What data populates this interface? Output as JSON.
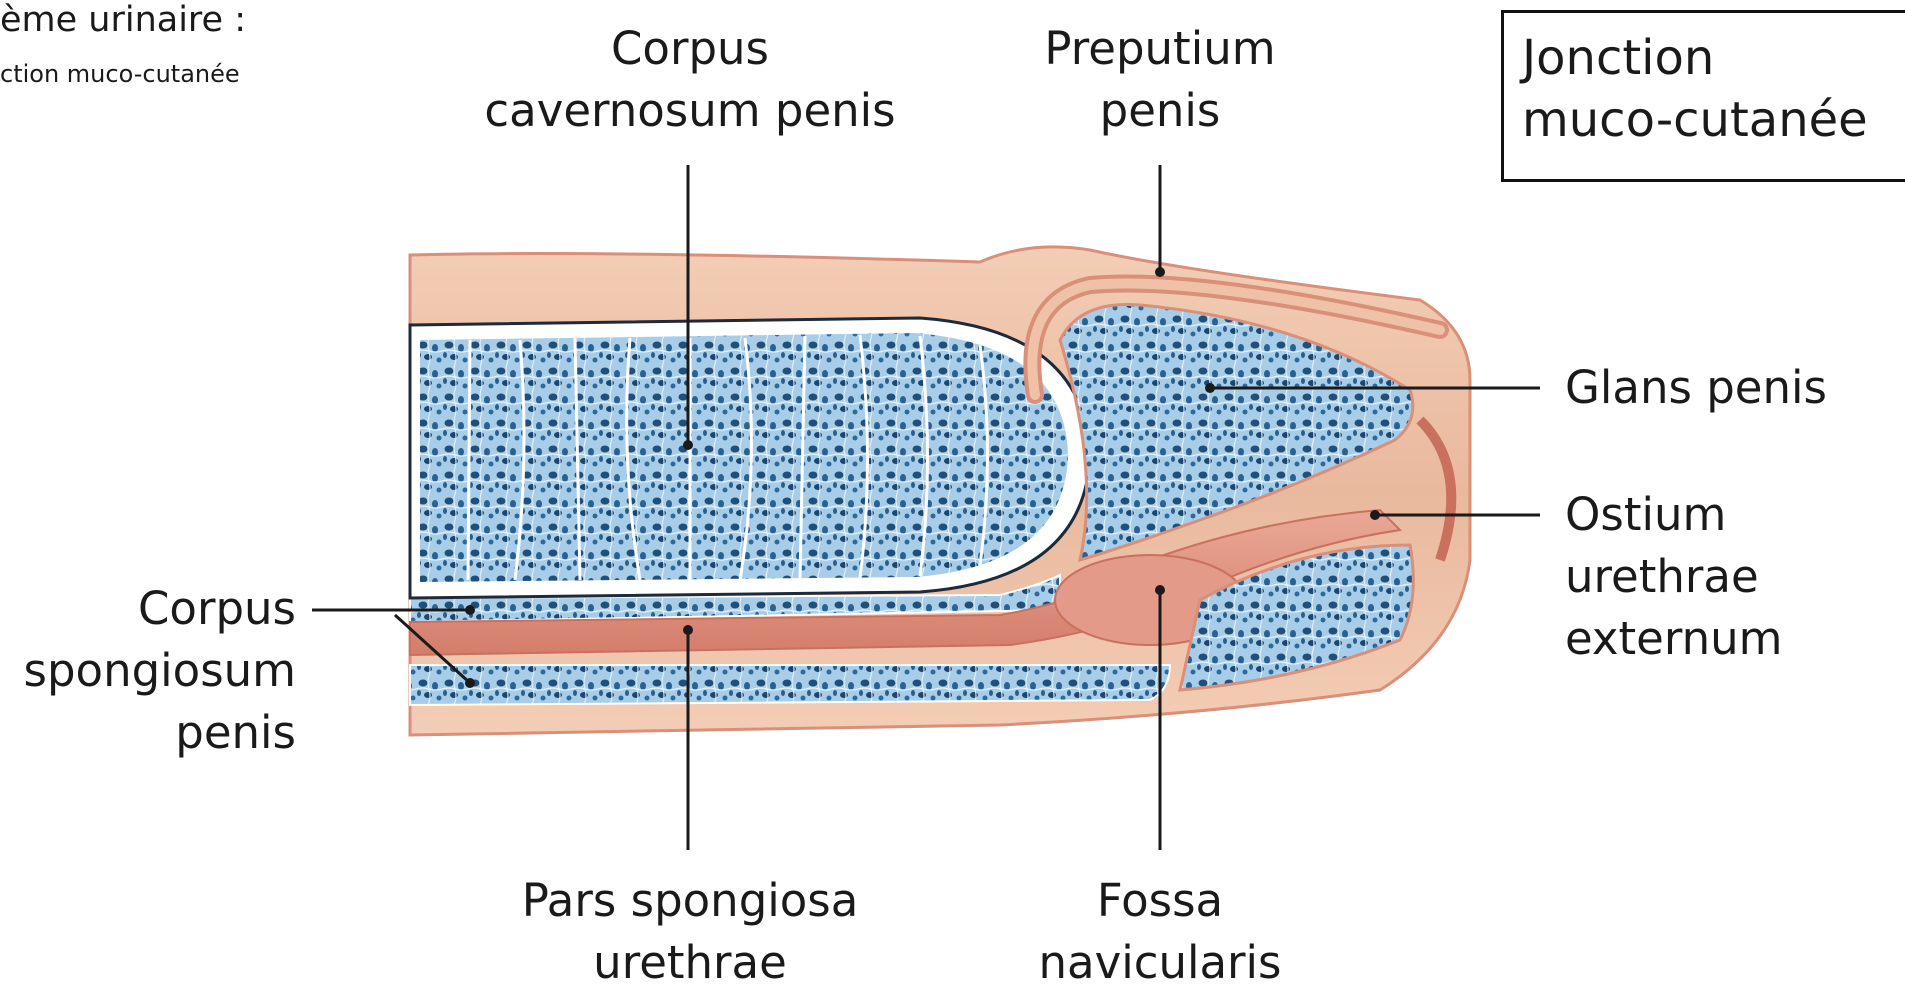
{
  "header": {
    "title_fragment": "ème urinaire :",
    "subtitle_fragment": "ction muco-cutanée"
  },
  "highlight_box": {
    "line1": "Jonction",
    "line2": "muco-cutanée"
  },
  "labels": {
    "corpus_cavernosum": [
      "Corpus",
      "cavernosum penis"
    ],
    "preputium": [
      "Preputium",
      "penis"
    ],
    "glans": [
      "Glans penis"
    ],
    "ostium": [
      "Ostium",
      "urethrae",
      "externum"
    ],
    "corpus_spongiosum": [
      "Corpus",
      "spongiosum",
      "penis"
    ],
    "pars_spongiosa": [
      "Pars spongiosa",
      "urethrae"
    ],
    "fossa": [
      "Fossa",
      "navicularis"
    ]
  },
  "colors": {
    "skin": "#efc1a6",
    "skin_edge": "#d98f78",
    "spongy_tissue": "#9cc5e2",
    "spongy_dark": "#1f4f7a",
    "tunica": "#ffffff",
    "mucosa": "#e39a88",
    "leader_line": "#1a1a1a"
  }
}
